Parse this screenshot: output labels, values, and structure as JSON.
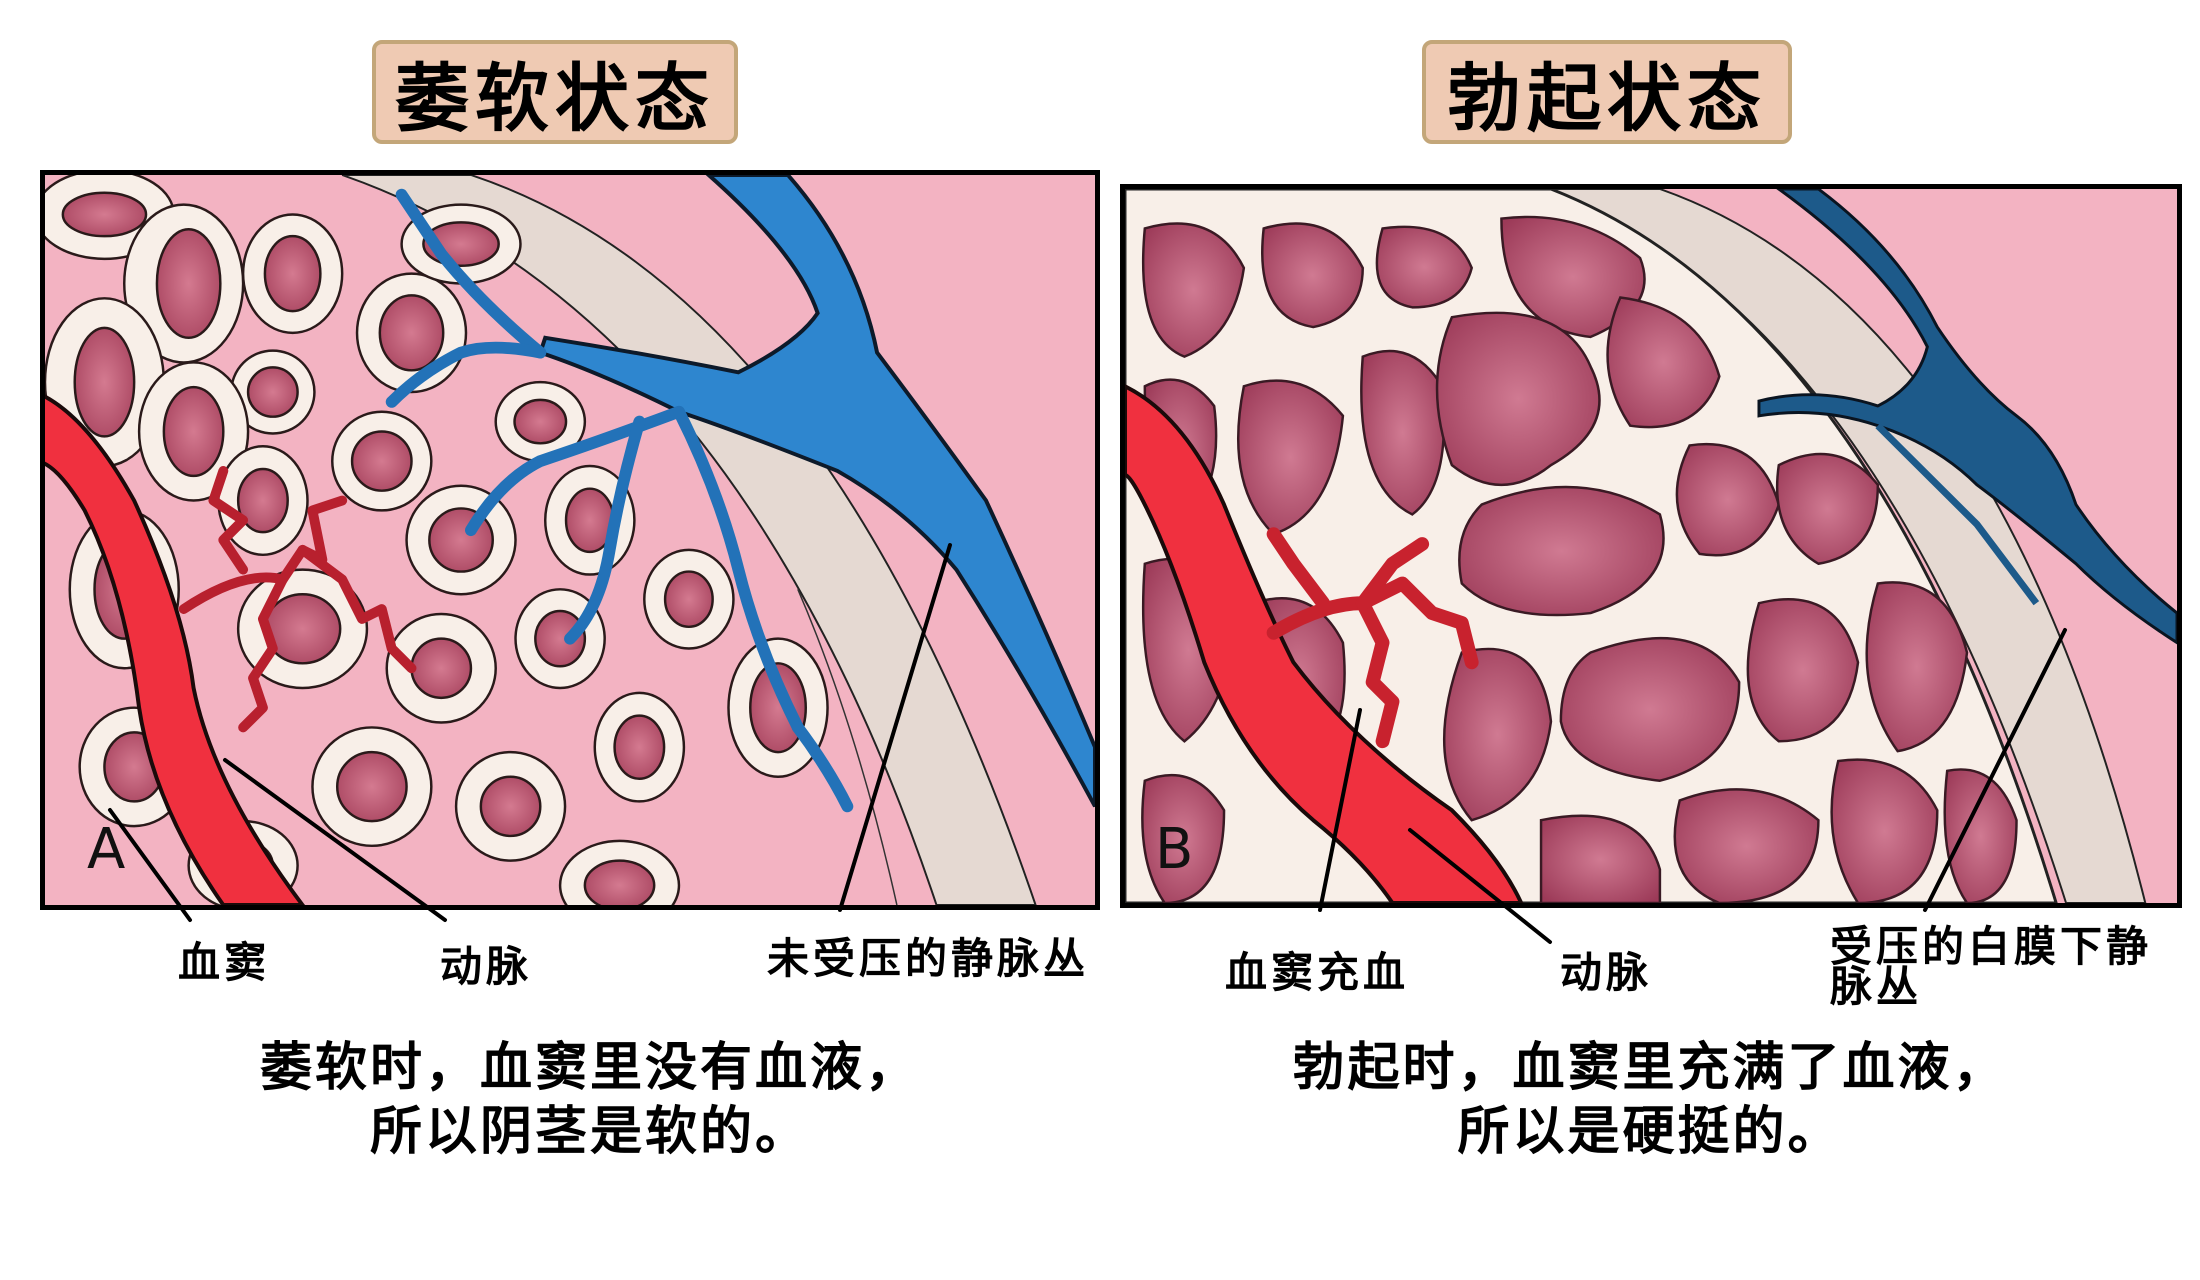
{
  "figure": {
    "left_panel": {
      "title": "萎软状态",
      "corner_letter": "A",
      "labels": {
        "sinus": "血窦",
        "artery": "动脉",
        "vein": "未受压的静脉丛"
      },
      "caption_line1": "萎软时，血窦里没有血液，",
      "caption_line2": "所以阴茎是软的。"
    },
    "right_panel": {
      "title": "勃起状态",
      "corner_letter": "B",
      "labels": {
        "sinus": "血窦充血",
        "artery": "动脉",
        "vein_line1": "受压的白膜下静",
        "vein_line2": "脉丛"
      },
      "caption_line1": "勃起时，血窦里充满了血液，",
      "caption_line2": "所以是硬挺的。"
    },
    "colors": {
      "title_bg": "#efcab3",
      "title_border": "#c3a679",
      "tissue_pink": "#f3b3c2",
      "tunica_beige": "#e5d9d2",
      "sinus_dark": "#b4506e",
      "sinus_engorged": "#a8435f",
      "trabecula_white": "#f8efe8",
      "artery_red": "#f0303f",
      "vein_blue_relaxed": "#2e86cf",
      "vein_blue_compressed": "#1d5a8a"
    }
  }
}
